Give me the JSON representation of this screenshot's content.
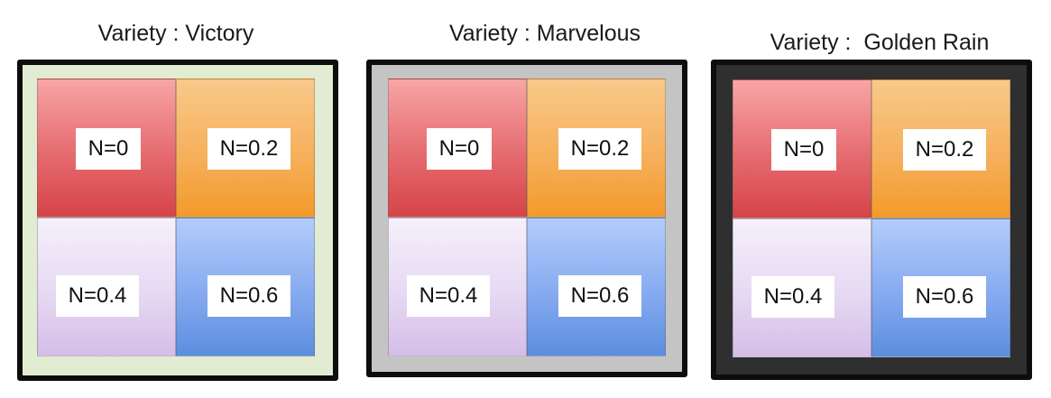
{
  "panels": [
    {
      "title": "Variety : Victory",
      "frame_color": "#e2ecd2",
      "cells": [
        "N=0",
        "N=0.2",
        "N=0.4",
        "N=0.6"
      ]
    },
    {
      "title": "Variety : Marvelous",
      "frame_color": "#c4c4c4",
      "cells": [
        "N=0",
        "N=0.2",
        "N=0.4",
        "N=0.6"
      ]
    },
    {
      "title": "Variety :  Golden Rain",
      "frame_color": "#2f2f2f",
      "cells": [
        "N=0",
        "N=0.2",
        "N=0.4",
        "N=0.6"
      ]
    }
  ],
  "cell_colors": {
    "top_left": "#e56b6f",
    "top_right": "#f6b05c",
    "bottom_left": "#e6d9f3",
    "bottom_right": "#86aaf0"
  }
}
